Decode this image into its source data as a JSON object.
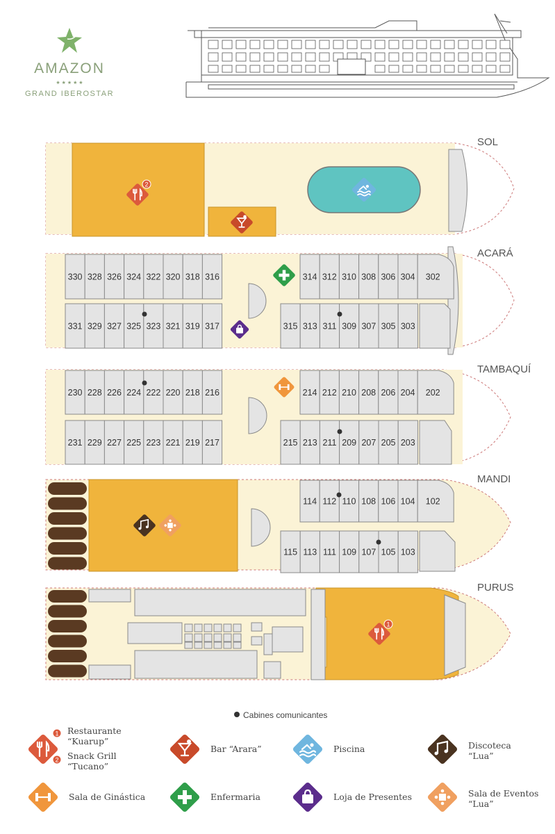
{
  "brand": {
    "name": "AMAZON",
    "stars": "★ ★ ★ ★ ★",
    "subtitle": "GRAND IBEROSTAR"
  },
  "colors": {
    "deck": "#fbf3d6",
    "cabin": "#e4e4e4",
    "cabin_stroke": "#8a8a8a",
    "restaurant": "#f0b43c",
    "pool": "#5fc4c1",
    "wood": "#5a3a22",
    "brand_green": "#7fb26a",
    "brand_text": "#8aa07a",
    "icon_red": "#dc5a3c",
    "icon_bar": "#c84a2a",
    "icon_blue": "#6fb6df",
    "icon_brown": "#4a3320",
    "icon_orange": "#f0963c",
    "icon_green": "#2f9e4a",
    "icon_purple": "#5b2d8c",
    "icon_event": "#f0a060"
  },
  "decks": [
    {
      "name": "SOL",
      "top_row": [],
      "bottom_row": []
    },
    {
      "name": "ACARÁ",
      "top_row": [
        "330",
        "328",
        "326",
        "324",
        "322",
        "320",
        "318",
        "316",
        "314",
        "312",
        "310",
        "308",
        "306",
        "304",
        "302"
      ],
      "bottom_row": [
        "331",
        "329",
        "327",
        "325",
        "323",
        "321",
        "319",
        "317",
        "315",
        "313",
        "311",
        "309",
        "307",
        "305",
        "303"
      ]
    },
    {
      "name": "TAMBAQUÍ",
      "top_row": [
        "230",
        "228",
        "226",
        "224",
        "222",
        "220",
        "218",
        "216",
        "214",
        "212",
        "210",
        "208",
        "206",
        "204",
        "202"
      ],
      "bottom_row": [
        "231",
        "229",
        "227",
        "225",
        "223",
        "221",
        "219",
        "217",
        "215",
        "213",
        "211",
        "209",
        "207",
        "205",
        "203"
      ]
    },
    {
      "name": "MANDI",
      "top_row": [
        "114",
        "112",
        "110",
        "108",
        "106",
        "104",
        "102"
      ],
      "bottom_row": [
        "115",
        "113",
        "111",
        "109",
        "107",
        "105",
        "103"
      ]
    },
    {
      "name": "PURUS",
      "top_row": [],
      "bottom_row": []
    }
  ],
  "connecting_note": "Cabines comunicantes",
  "badges": {
    "one": "1",
    "two": "2"
  },
  "legend": [
    {
      "icon": "restaurant-icon",
      "label": "Restaurante",
      "sub": "“Kuarup”",
      "label2": "Snack Grill",
      "sub2": "“Tucano”"
    },
    {
      "icon": "bar-icon",
      "label": "Bar “Arara”",
      "sub": ""
    },
    {
      "icon": "pool-icon",
      "label": "Piscina",
      "sub": ""
    },
    {
      "icon": "disco-icon",
      "label": "Discoteca",
      "sub": "“Lua”"
    },
    {
      "icon": "gym-icon",
      "label": "Sala de Ginástica",
      "sub": ""
    },
    {
      "icon": "infirmary-icon",
      "label": "Enfermaria",
      "sub": ""
    },
    {
      "icon": "shop-icon",
      "label": "Loja de Presentes",
      "sub": ""
    },
    {
      "icon": "events-icon",
      "label": "Sala de Eventos",
      "sub": "“Lua”"
    }
  ]
}
